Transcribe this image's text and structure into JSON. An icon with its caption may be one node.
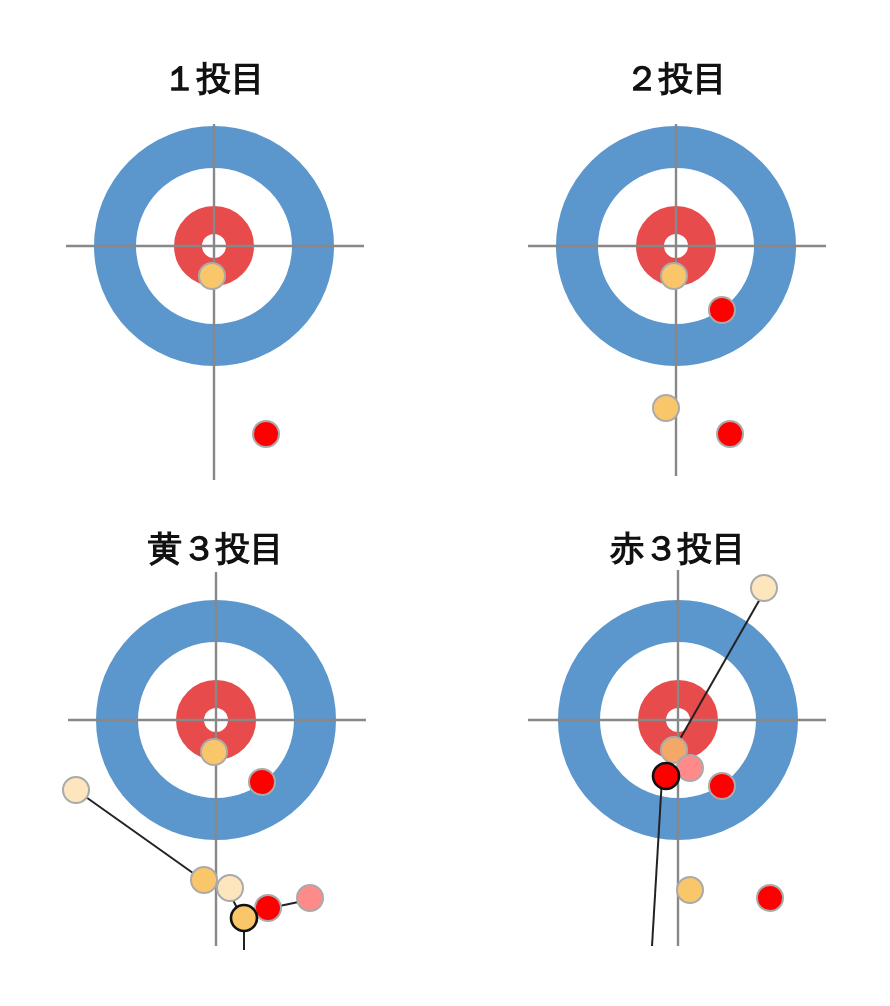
{
  "diagram": {
    "labels": [
      "１投目",
      "２投目",
      "黄３投目",
      "赤３投目"
    ]
  }
}
